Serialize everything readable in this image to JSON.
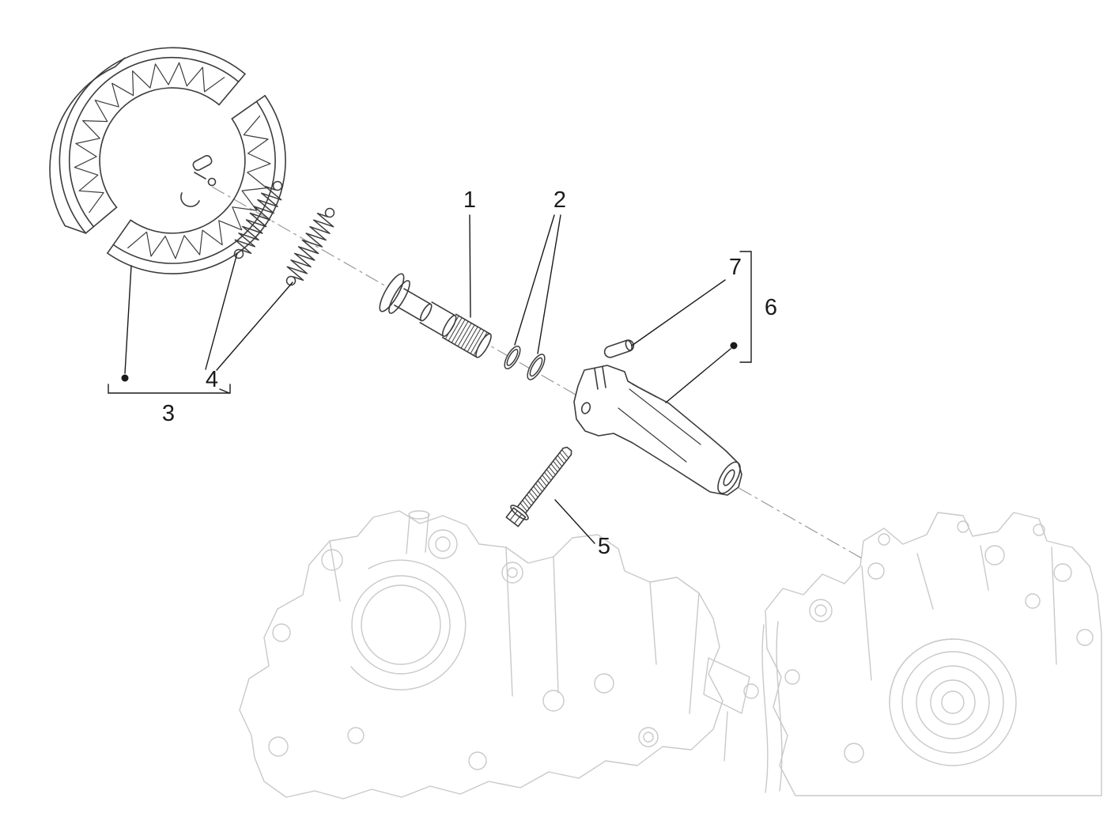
{
  "colors": {
    "paper": "#ffffff",
    "foreground": "#3c3c3c",
    "background_art": "#c9c9c9",
    "callout": "#1a1a1a",
    "centerline": "#9a9a9a"
  },
  "callouts": [
    {
      "label": "1"
    },
    {
      "label": "2"
    },
    {
      "label": "3"
    },
    {
      "label": "4"
    },
    {
      "label": "5"
    },
    {
      "label": "6"
    },
    {
      "label": "7"
    }
  ]
}
